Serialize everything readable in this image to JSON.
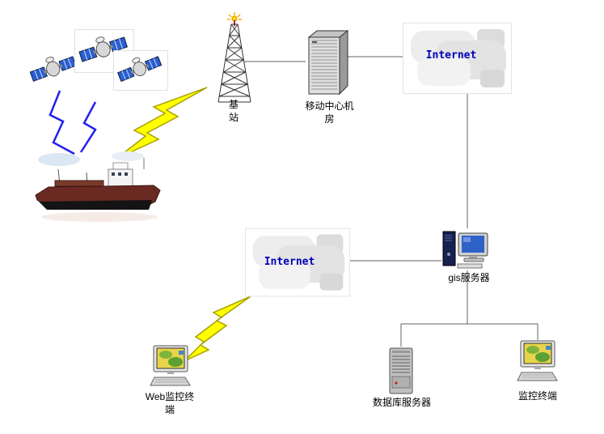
{
  "diagram": {
    "nodes": {
      "base_station": {
        "label": "基\n站"
      },
      "mobile_center_room": {
        "label": "移动中心机\n房"
      },
      "internet_top": {
        "label": "Internet"
      },
      "internet_mid": {
        "label": "Internet"
      },
      "gis_server": {
        "label": "gis服务器"
      },
      "web_terminal": {
        "label": "Web监控终\n端"
      },
      "database_server": {
        "label": "数据库服务器"
      },
      "monitor_terminal": {
        "label": "监控终端"
      }
    },
    "colors": {
      "lightning_yellow": "#ffff00",
      "lightning_yellow_stroke": "#a8a000",
      "lightning_blue": "#2020ee",
      "connector_line": "#606060",
      "internet_text": "#0000bb",
      "label_text": "#000000"
    }
  }
}
